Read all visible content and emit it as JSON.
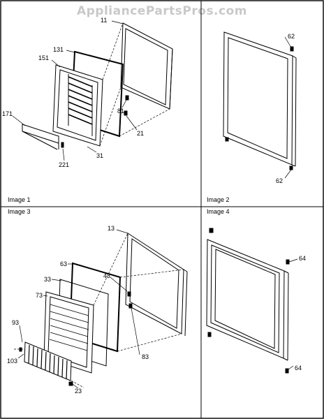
{
  "watermark": "AppliancePartsPros.com",
  "panels": [
    {
      "label": "Image 1",
      "callouts": [
        "11",
        "131",
        "151",
        "171",
        "81",
        "21",
        "31",
        "221"
      ]
    },
    {
      "label": "Image 2",
      "callouts": [
        "62",
        "62"
      ]
    },
    {
      "label": "Image 3",
      "callouts": [
        "13",
        "63",
        "43",
        "33",
        "73",
        "93",
        "103",
        "83",
        "23"
      ]
    },
    {
      "label": "Image 4",
      "callouts": [
        "64",
        "64"
      ]
    }
  ]
}
